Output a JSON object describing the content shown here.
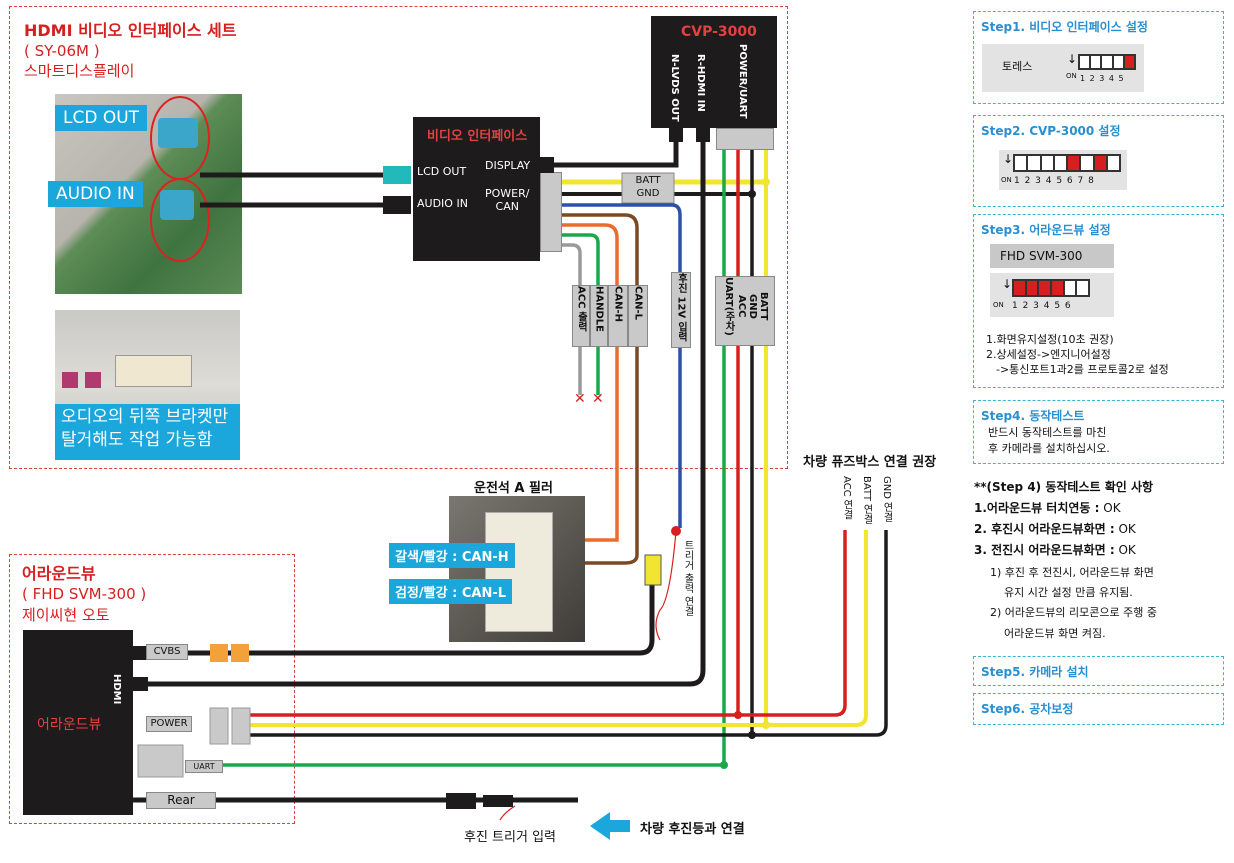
{
  "hdmi_set": {
    "title": "HDMI 비디오 인터페이스 세트",
    "model": "( SY-06M )",
    "name": "스마트디스플레이",
    "lcd_out": "LCD OUT",
    "audio_in": "AUDIO IN",
    "note_line1": "오디오의 뒤쪽 브라켓만",
    "note_line2": "탈거해도 작업 가능함"
  },
  "video_interface": {
    "title": "비디오 인터페이스",
    "lcd_out": "LCD OUT",
    "audio_in": "AUDIO IN",
    "display": "DISPLAY",
    "power_can": "POWER/\nCAN"
  },
  "cvp": {
    "title": "CVP-3000",
    "ports": [
      "N-LVDS OUT",
      "R-HDMI IN",
      "POWER/UART"
    ]
  },
  "wire_labels": {
    "batt_gnd": "BATT\nGND",
    "acc": "ACC 출력",
    "handle": "HANDLE",
    "can_h": "CAN-H",
    "can_l": "CAN-L",
    "rear12v": "후진 12V 입력",
    "power_group": "BATT\nGND\nACC\nUART(주차)"
  },
  "pillar": {
    "title": "운전석 A 필러",
    "can_h_label": "갈색/빨강 : CAN-H",
    "can_l_label": "검정/빨강 : CAN-L"
  },
  "trigger_out": "트리거 출력 연결",
  "fusebox": {
    "title": "차량 퓨즈박스 연결 권장",
    "acc": "ACC 연결",
    "batt": "BATT 연결",
    "gnd": "GND 연결"
  },
  "aroundview": {
    "title": "어라운드뷰",
    "model": "( FHD SVM-300 )",
    "maker": "제이씨현 오토",
    "box_label": "어라운드뷰",
    "hdmi": "HDMI",
    "cvbs": "CVBS",
    "power": "POWER",
    "uart": "UART",
    "rear": "Rear"
  },
  "rear_trigger": {
    "input_label": "후진 트리거 입력",
    "connect_label": "차량 후진등과 연결"
  },
  "steps": {
    "s1": {
      "title": "Step1. 비디오 인터페이스 설정",
      "label": "토레스",
      "dip_on": "ON",
      "dip_nums": "1 2 3 4 5"
    },
    "s2": {
      "title": "Step2. CVP-3000 설정",
      "dip_on": "ON",
      "dip_nums": "1 2 3 4 5 6 7 8"
    },
    "s3": {
      "title": "Step3. 어라운드뷰 설정",
      "model": "FHD SVM-300",
      "dip_on": "ON",
      "dip_nums": "1 2 3 4 5 6",
      "line1": "1.화면유지설정(10초 권장)",
      "line2": "2.상세설정->엔지니어설정",
      "line3": "->통신포트1과2를 프로토콜2로 설정"
    },
    "s4": {
      "title": "Step4. 동작테스트",
      "line1": "반드시 동작테스트를 마친",
      "line2": "후 카메라를 설치하십시오."
    },
    "check": {
      "title": "**(Step 4) 동작테스트 확인 사항",
      "c1_bold": "1.어라운드뷰 터치연동 :",
      "c1_val": " OK",
      "c2_bold": "2. 후진시 어라운드뷰화면 :",
      "c2_val": " OK",
      "c3_bold": "3. 전진시 어라운드뷰화면 :",
      "c3_val": " OK",
      "n1": "1) 후진 후 전진시, 어라운드뷰 화면",
      "n1b": "유지 시간 설정 만큼 유지됨.",
      "n2": "2) 어라운드뷰의 리모콘으로 주행 중",
      "n2b": "어라운드뷰 화면 켜짐."
    },
    "s5": {
      "title": "Step5. 카메라 설치"
    },
    "s6": {
      "title": "Step6. 공차보정"
    }
  },
  "colors": {
    "red": "#d62020",
    "yellow": "#f2e531",
    "black": "#1d1b1b",
    "green": "#1aa84a",
    "orange": "#ec6a2b",
    "brown": "#7b4a23",
    "blue": "#2a50a8",
    "gray": "#9a9a9a",
    "cyan": "#1ba7dc",
    "teal": "#21b9b9",
    "connector_orange": "#f3a23a"
  }
}
